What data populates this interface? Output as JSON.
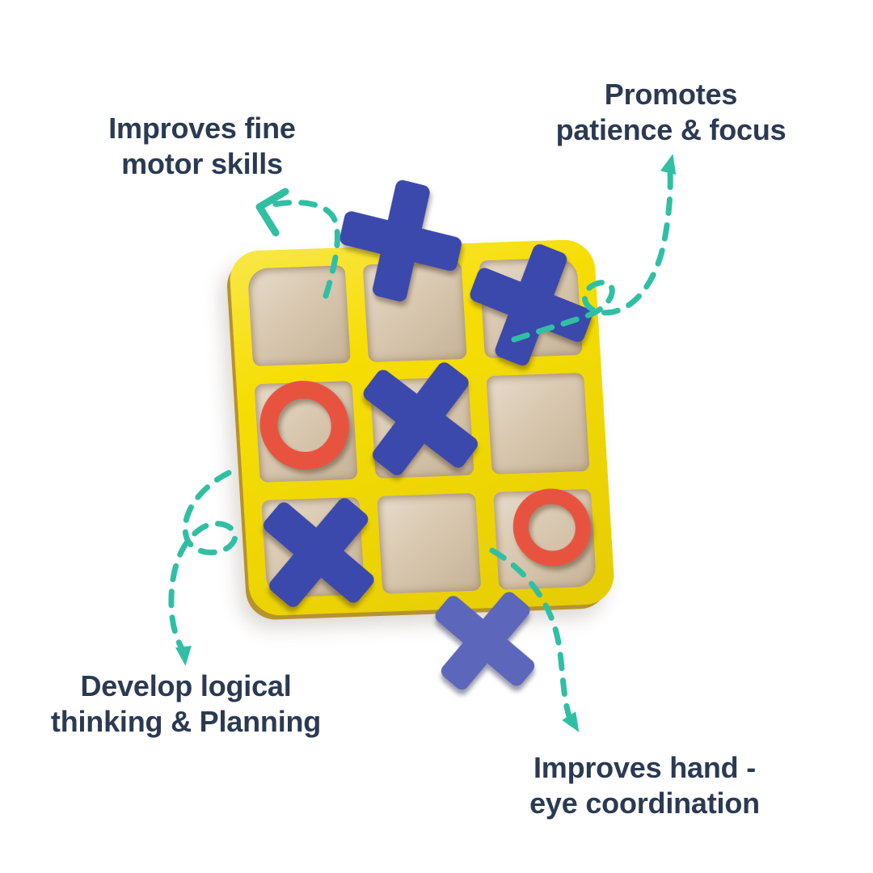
{
  "page": {
    "background": "#ffffff"
  },
  "theme": {
    "text_color": "#2b3a52",
    "arrow_color": "#31bfa4",
    "board_yellow": "#f6de04",
    "board_edge": "#b7922e",
    "cell_tan": "#d9c8b0",
    "x_blue": "#3b48ac",
    "x_periwinkle": "#5c66bb",
    "o_red": "#e85340"
  },
  "callouts": [
    {
      "id": "fine-motor-skills",
      "lines": [
        "Improves fine",
        "motor skills"
      ]
    },
    {
      "id": "patience-focus",
      "lines": [
        "Promotes",
        "patience & focus"
      ]
    },
    {
      "id": "logical-thinking",
      "lines": [
        "Develop logical",
        "thinking & Planning"
      ]
    },
    {
      "id": "hand-eye-coordination",
      "lines": [
        "Improves hand -",
        "eye coordination"
      ]
    }
  ],
  "board": {
    "name": "wooden tic-tac-toe board",
    "grid": [
      [
        "",
        "",
        "X"
      ],
      [
        "O",
        "X",
        ""
      ],
      [
        "X",
        "",
        "O"
      ]
    ],
    "loose_pieces": [
      {
        "type": "X",
        "position": "top-edge-center"
      },
      {
        "type": "X",
        "position": "bottom-edge-center"
      }
    ]
  }
}
